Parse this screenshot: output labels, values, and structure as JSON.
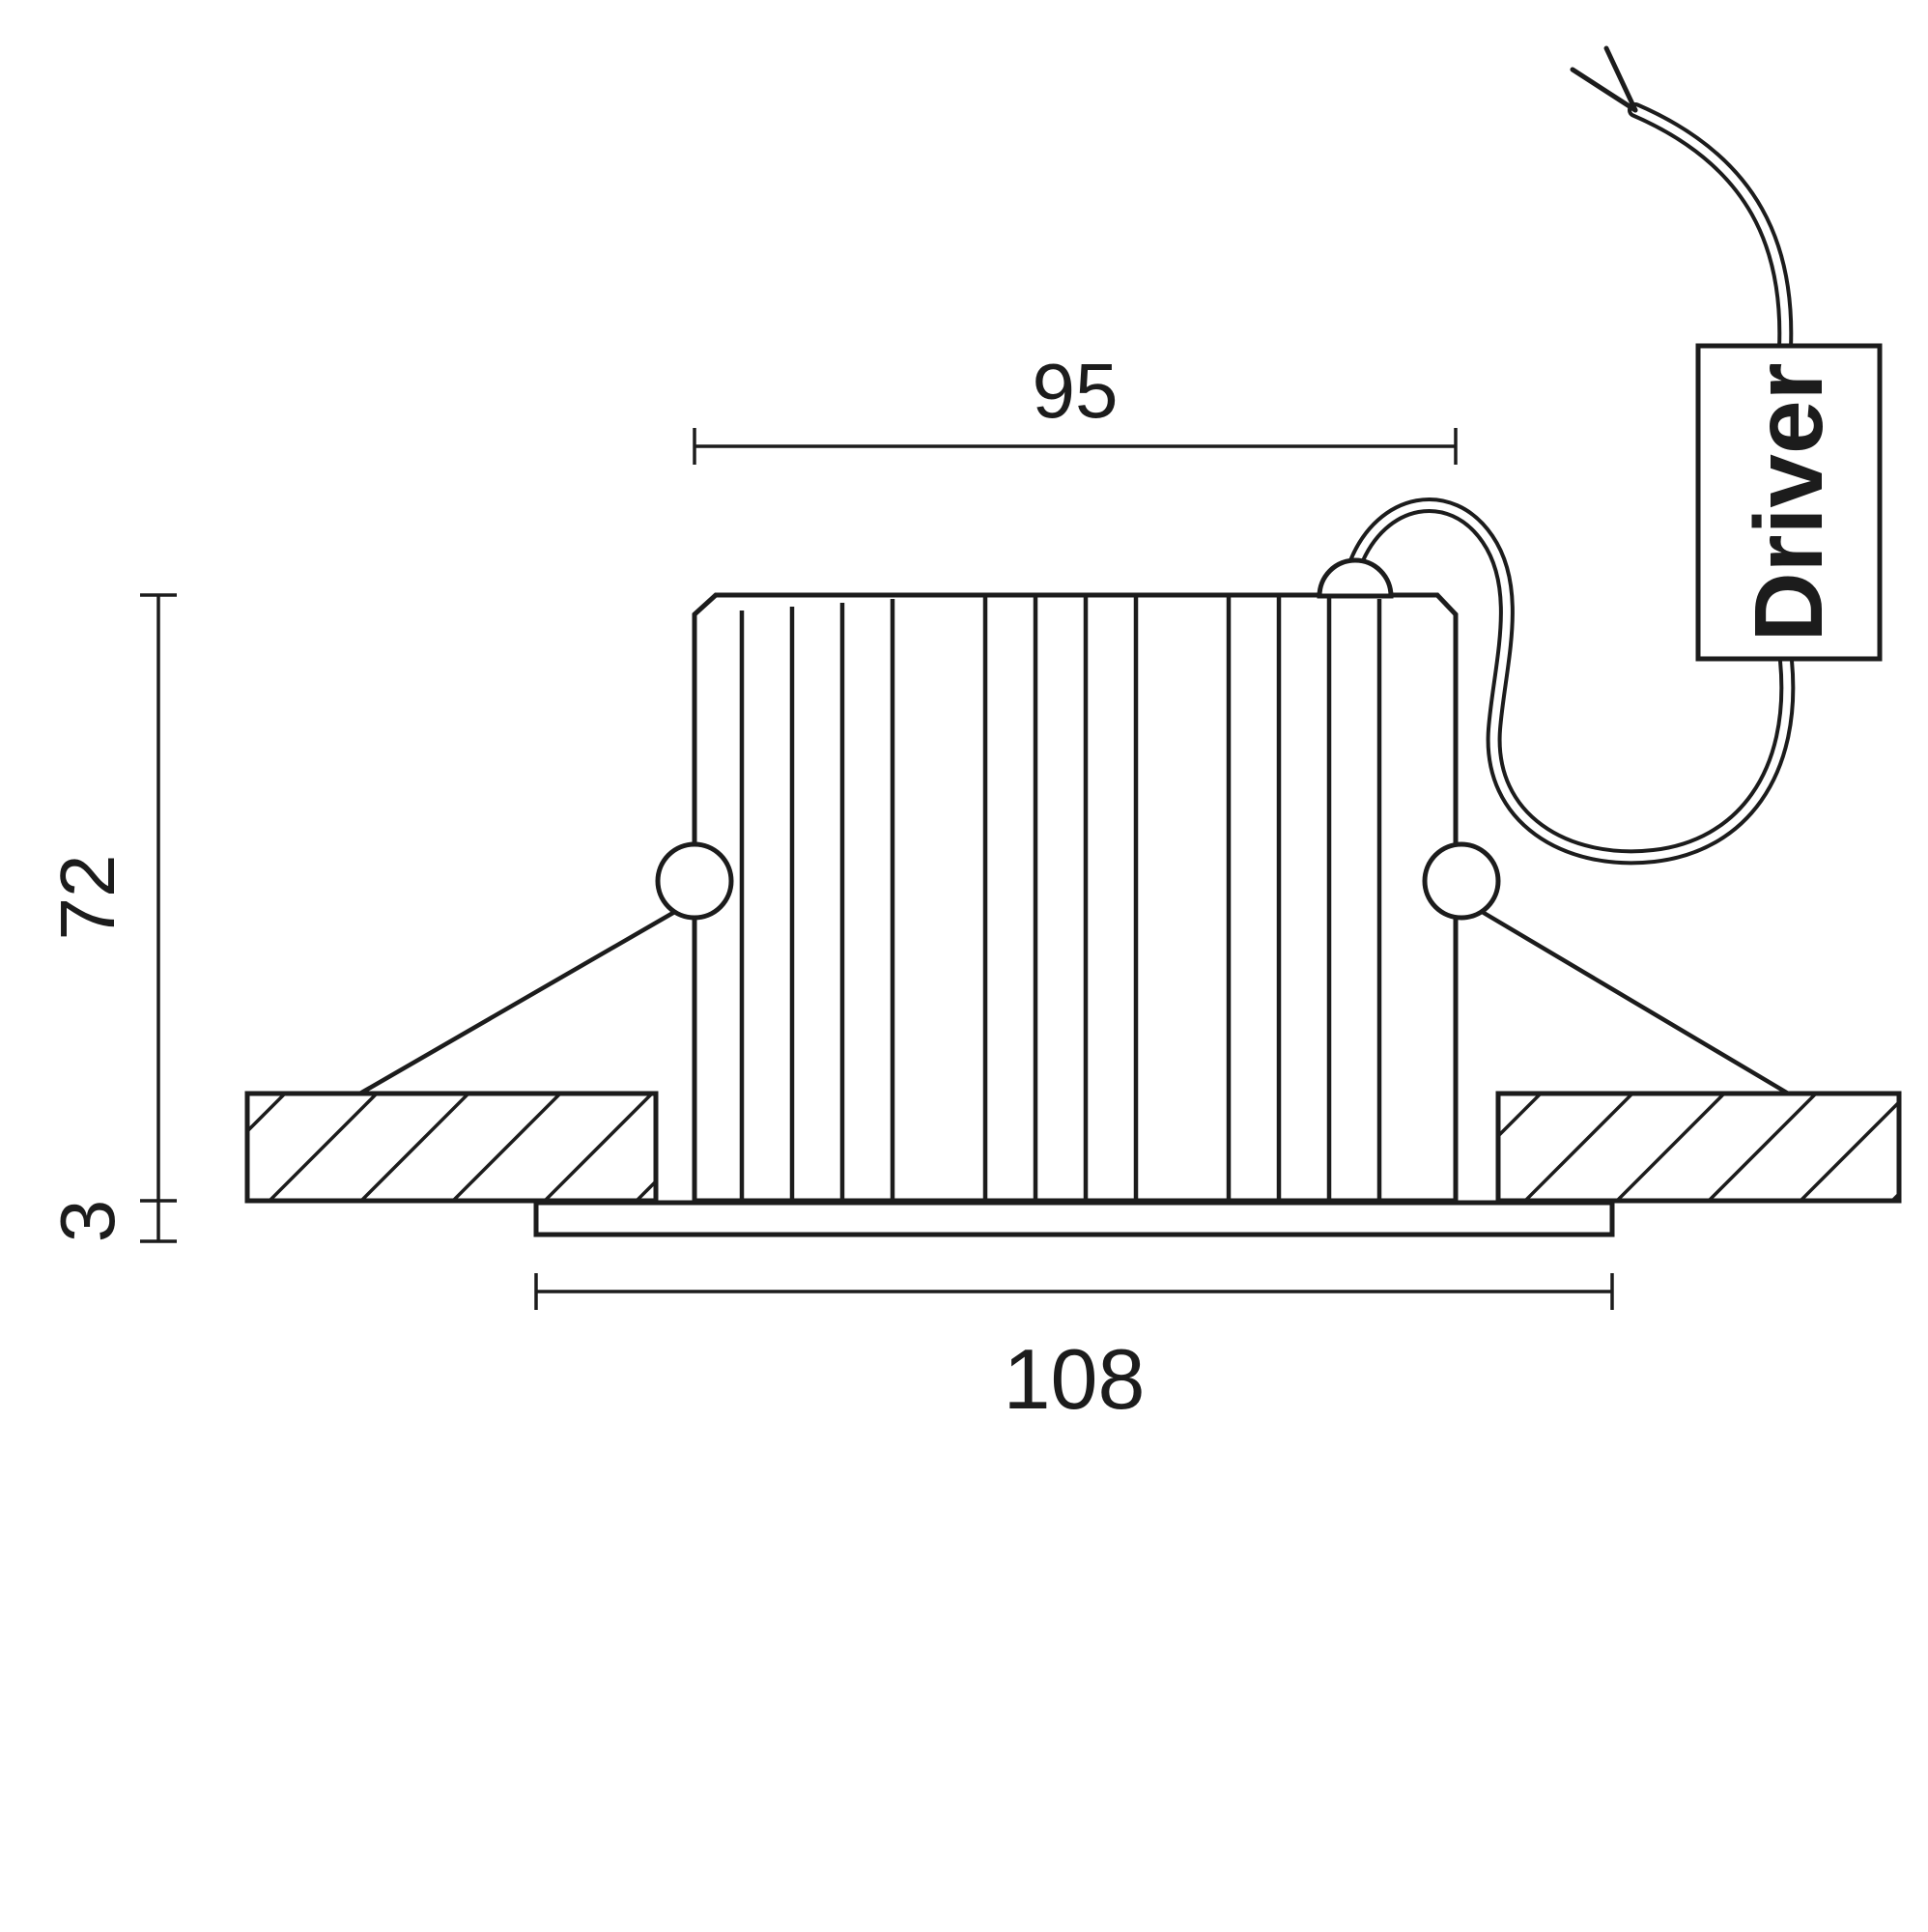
{
  "page": {
    "background": "#ffffff",
    "line_color": "#1c1c1c"
  },
  "diagram": {
    "type": "technical-drawing",
    "subject": "recessed-downlight-cross-section-with-driver",
    "labels": {
      "width_top": "95",
      "depth": "72",
      "flange": "3",
      "width_bottom": "108",
      "driver": "Driver"
    }
  }
}
